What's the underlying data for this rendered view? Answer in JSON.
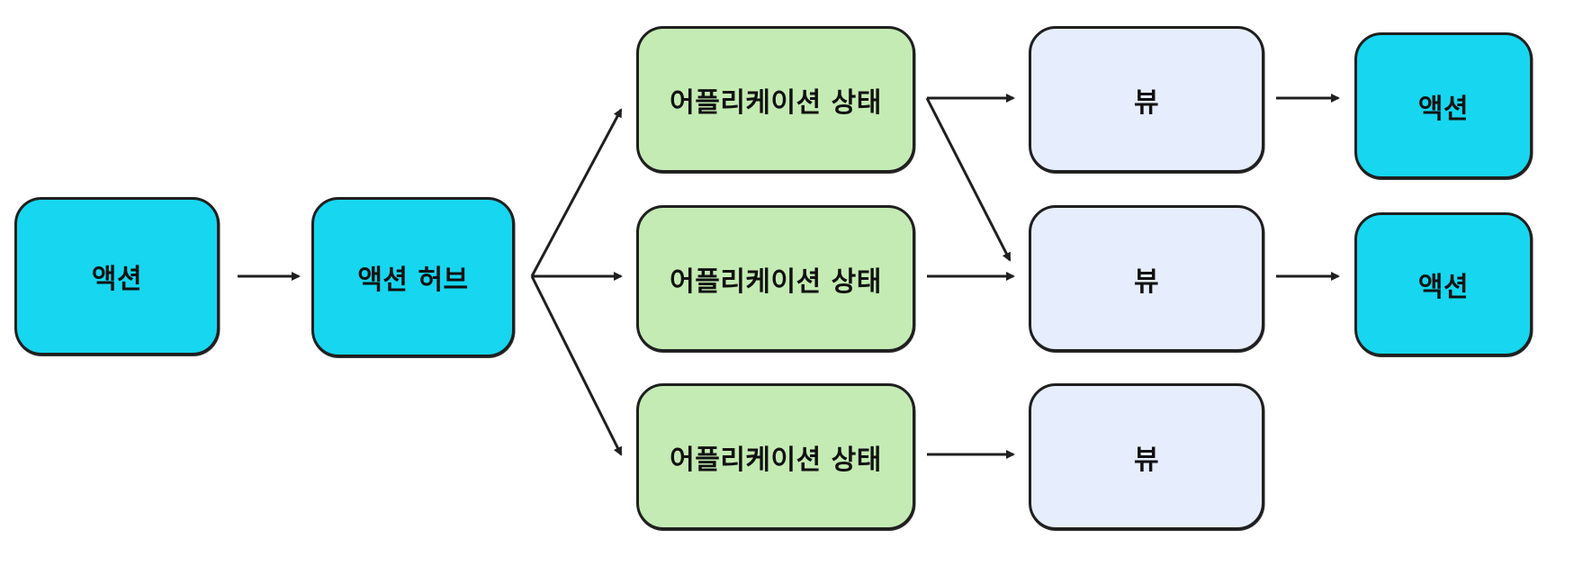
{
  "nodes": {
    "action_source": {
      "label": "액션"
    },
    "action_hub": {
      "label": "액션 허브"
    },
    "app_states": [
      {
        "label": "어플리케이션 상태"
      },
      {
        "label": "어플리케이션 상태"
      },
      {
        "label": "어플리케이션 상태"
      }
    ],
    "views": [
      {
        "label": "뷰"
      },
      {
        "label": "뷰"
      },
      {
        "label": "뷰"
      }
    ],
    "actions_out": [
      {
        "label": "액션"
      },
      {
        "label": "액션"
      }
    ]
  },
  "edges": [
    {
      "from": "action_source",
      "to": "action_hub"
    },
    {
      "from": "action_hub",
      "to": "app_states.0"
    },
    {
      "from": "action_hub",
      "to": "app_states.1"
    },
    {
      "from": "action_hub",
      "to": "app_states.2"
    },
    {
      "from": "app_states.0",
      "to": "views.0"
    },
    {
      "from": "app_states.0",
      "to": "views.1"
    },
    {
      "from": "app_states.1",
      "to": "views.1"
    },
    {
      "from": "app_states.2",
      "to": "views.2"
    },
    {
      "from": "views.0",
      "to": "actions_out.0"
    },
    {
      "from": "views.1",
      "to": "actions_out.1"
    }
  ],
  "colors": {
    "action": "#17d6ef",
    "app_state": "#c4ebb3",
    "view": "#e6edfd",
    "stroke": "#1f1f1f"
  }
}
